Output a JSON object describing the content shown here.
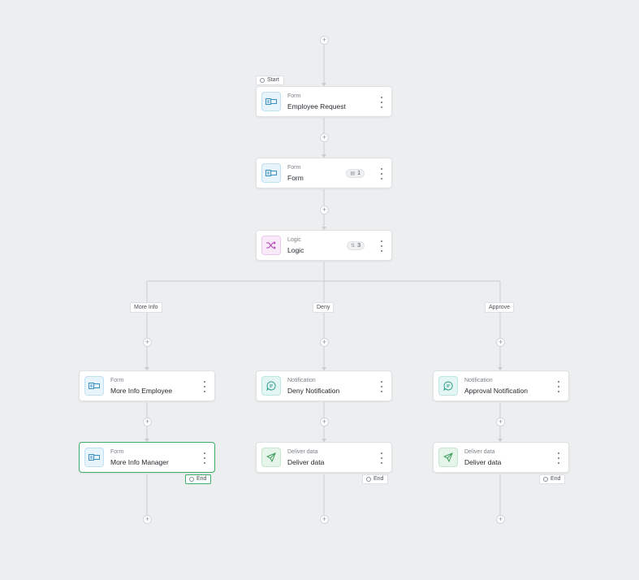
{
  "start_label": "Start",
  "end_label": "End",
  "nodes": [
    {
      "kind": "Form",
      "title": "Employee Request",
      "icon": "form-icon"
    },
    {
      "kind": "Form",
      "title": "Form",
      "icon": "form-icon",
      "badge": "1",
      "badge_icon": "fields-icon"
    },
    {
      "kind": "Logic",
      "title": "Logic",
      "icon": "shuffle-icon",
      "badge": "3",
      "badge_icon": "branch-icon"
    }
  ],
  "branches": [
    {
      "label": "More Info",
      "steps": [
        {
          "kind": "Form",
          "title": "More Info Employee",
          "icon": "form-icon"
        },
        {
          "kind": "Form",
          "title": "More Info Manager",
          "icon": "form-icon",
          "selected": true
        }
      ]
    },
    {
      "label": "Deny",
      "steps": [
        {
          "kind": "Notification",
          "title": "Deny Notification",
          "icon": "chat-icon"
        },
        {
          "kind": "Deliver data",
          "title": "Deliver data",
          "icon": "send-icon"
        }
      ]
    },
    {
      "label": "Approve",
      "steps": [
        {
          "kind": "Notification",
          "title": "Approval Notification",
          "icon": "chat-icon"
        },
        {
          "kind": "Deliver data",
          "title": "Deliver data",
          "icon": "send-icon"
        }
      ]
    }
  ],
  "colors": {
    "background": "#eceeef",
    "selected_border": "#3fae6b",
    "form_icon": "#3a8fc2",
    "logic_icon": "#b13fb6",
    "notification_icon": "#2f9e8c",
    "deliver_icon": "#3a9d5a"
  }
}
